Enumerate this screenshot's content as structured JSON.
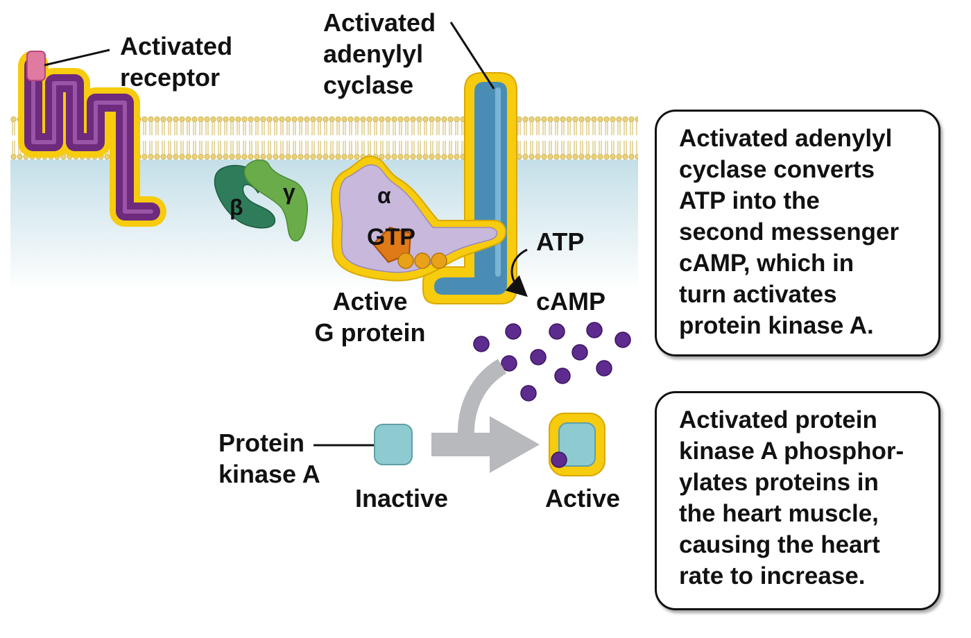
{
  "labels": {
    "activated_receptor": "Activated\nreceptor",
    "activated_adenylyl_cyclase": "Activated\nadenylyl\ncyclase",
    "beta": "β",
    "gamma": "γ",
    "alpha": "α",
    "gtp": "GTP",
    "atp": "ATP",
    "camp": "cAMP",
    "active_g_protein": "Active\nG protein",
    "protein_kinase_a": "Protein\nkinase A",
    "inactive": "Inactive",
    "active": "Active"
  },
  "text_boxes": [
    "Activated adenylyl\ncyclase converts\nATP into the\nsecond messenger\ncAMP, which in\nturn activates\nprotein kinase A.",
    "Activated protein\nkinase A phosphor-\nylates proteins in\nthe heart muscle,\ncausing the heart\nrate to increase."
  ],
  "colors": {
    "membrane_band": "#d6e8ee",
    "lipid_head": "#e8d27a",
    "receptor": "#6e2a7c",
    "glow": "#f7cb0e",
    "g_alpha": "#c7b8dc",
    "g_beta": "#2f7c5a",
    "g_gamma": "#6aac4a",
    "adenylyl_cyclase": "#4a8db4",
    "gtp": "#e07a18",
    "camp": "#5d2c8e",
    "protein_kinase_a": "#8ecbd0"
  }
}
